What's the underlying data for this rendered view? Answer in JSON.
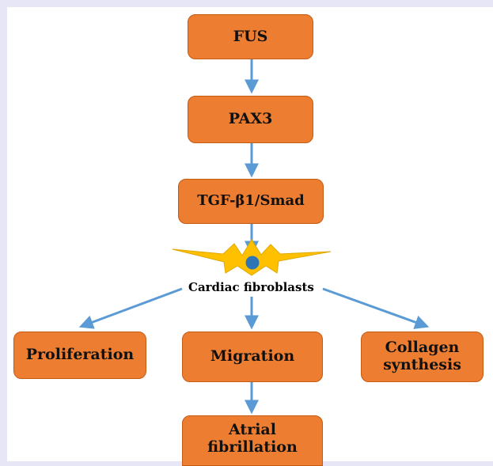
{
  "nodes": {
    "fus": "FUS",
    "pax3": "PAX3",
    "tgf": "TGF-β1/Smad",
    "cell": "Cardiac fibroblasts",
    "proliferation": "Proliferation",
    "migration": "Migration",
    "collagen_line1": "Collagen",
    "collagen_line2": "synthesis",
    "af_line1": "Atrial",
    "af_line2": "fibrillation"
  },
  "colors": {
    "box_fill": "#ed7d31",
    "box_border": "#c55a11",
    "arrow": "#5b9bd5",
    "star": "#ffc000",
    "nucleus": "#2e75b6",
    "background": "#e6e6f7"
  }
}
